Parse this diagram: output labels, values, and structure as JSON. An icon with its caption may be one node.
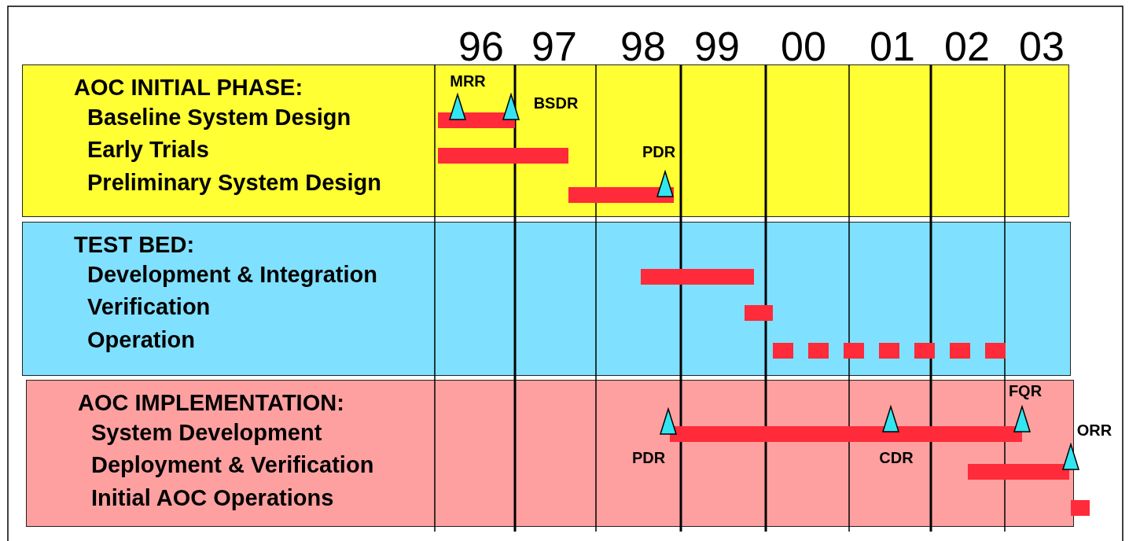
{
  "diagram": {
    "nodes": [
      {
        "text": [
          "AOC INITIAL PHASE:",
          "Baseline System Design",
          "Early Trials",
          "Preliminary System Design"
        ]
      },
      {
        "text": [
          "TEST BED:",
          "Development & Integration",
          "Verification",
          "Operation"
        ]
      },
      {
        "text": [
          "AOC IMPLEMENTATION:",
          "System Development",
          "Deployment & Verification",
          "Initial AOC Operations"
        ]
      }
    ],
    "labels": [
      "96",
      "97",
      "98",
      "99",
      "00",
      "01",
      "02",
      "03",
      "MRR",
      "BSDR",
      "PDR",
      "FQR",
      "ORR",
      "PDR",
      "CDR"
    ]
  }
}
